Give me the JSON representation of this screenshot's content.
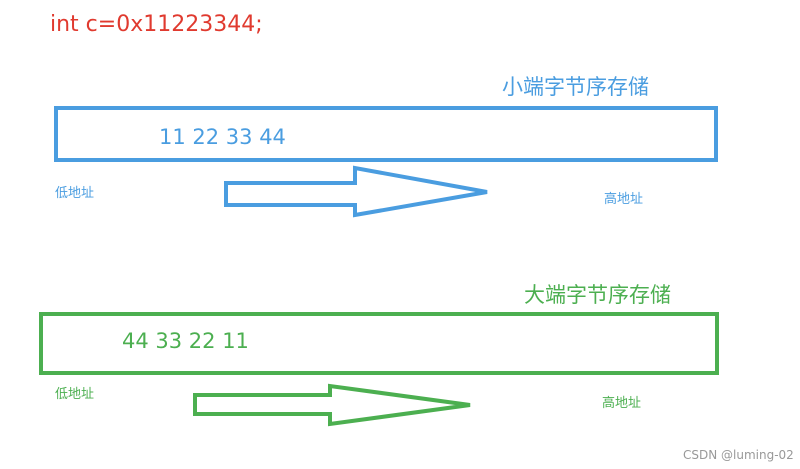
{
  "code": "int c=0x11223344;",
  "little_endian": {
    "title": "小端字节序存储",
    "bytes": "11 22 33 44",
    "low_label": "低地址",
    "high_label": "高地址",
    "color": "#4a9de0"
  },
  "big_endian": {
    "title": "大端字节序存储",
    "bytes": "44 33 22 11",
    "low_label": "低地址",
    "high_label": "高地址",
    "color": "#4caf50"
  },
  "code_color": "#e03a2f",
  "watermark": "CSDN @luming-02"
}
